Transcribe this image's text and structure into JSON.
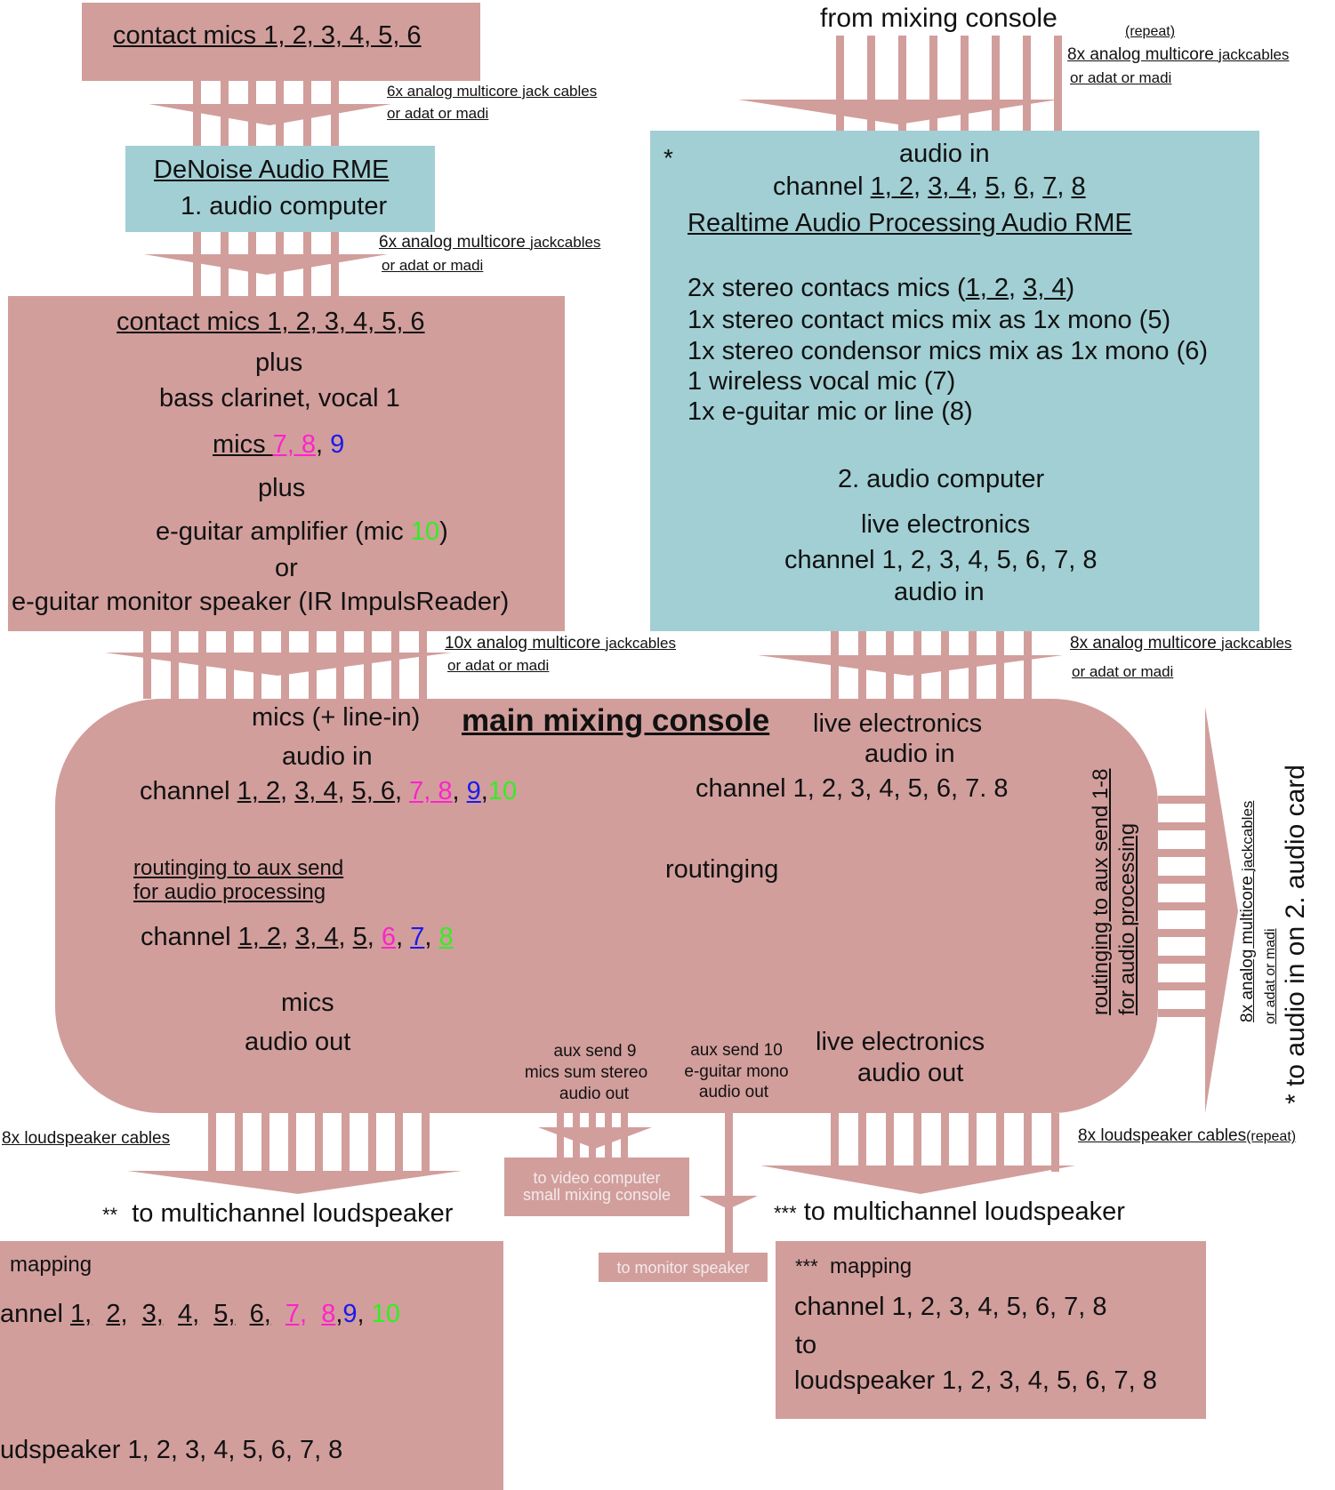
{
  "colors": {
    "box_pink": "#d19e9c",
    "box_teal": "#a1cfd4",
    "mic_pink": "#ff22cc",
    "mic_blue": "#1a1aee",
    "mic_green": "#33ee22",
    "connector": "#d19e9c"
  },
  "top_left": {
    "title": "contact mics 1, 2, 3, 4, 5, 6",
    "cable1_line1": "6x analog multicore jack cables",
    "cable1_line2": "or adat or madi",
    "denoise_title": "DeNoise Audio RME",
    "denoise_sub": "1. audio computer",
    "cable2_line1_a": "6x analog multicore ",
    "cable2_line1_b": "jackcables",
    "cable2_line2": "or adat or madi"
  },
  "top_right": {
    "from_console": "from mixing console",
    "repeat": "(repeat)",
    "cable_line1_a": "8x analog multicore ",
    "cable_line1_b": "jackcables",
    "cable_line2": "or adat or madi"
  },
  "mic_box": {
    "title": "contact mics 1, 2, 3, 4, 5, 6",
    "plus1": "plus",
    "instruments": "bass clarinet, vocal 1",
    "mics_prefix": "mics ",
    "mics_pink": "7, 8",
    "mics_sep": ", ",
    "mics_blue": "9",
    "plus2": "plus",
    "amp_a": "e-guitar amplifier (mic ",
    "amp_green": "10",
    "amp_b": ")",
    "or": "or",
    "monitor": "e-guitar monitor speaker (IR ImpulsReader)"
  },
  "rt_box": {
    "star": "*",
    "audio_in": "audio in",
    "channel_word": "channel ",
    "channels": [
      "1, 2",
      "3, 4",
      "5",
      "6",
      "7",
      "8"
    ],
    "title": "Realtime Audio Processing Audio RME",
    "line1_a": "2x stereo contacs mics (",
    "line1_ch1": "1, 2",
    "line1_sep": ", ",
    "line1_ch2": "3, 4",
    "line1_b": ")",
    "line2": "1x stereo contact mics mix as 1x mono (5)",
    "line3": "1x stereo condensor mics mix as 1x mono (6)",
    "line4": "1 wireless vocal mic (7)",
    "line5": "1x e-guitar mic or line (8)",
    "computer": "2. audio computer",
    "live": "live electronics",
    "channel_list": "channel 1, 2, 3, 4, 5, 6, 7, 8",
    "audio_in2": "audio in"
  },
  "mid_cables": {
    "left_line1_a": "10x analog multicore ",
    "left_line1_b": "jackcables",
    "left_line2": "or adat or madi",
    "right_line1_a": "8x analog multicore ",
    "right_line1_b": "jackcables",
    "right_line2": "or adat or madi"
  },
  "console": {
    "title": "main mixing console",
    "mics_in": "mics (+ line-in)",
    "audio_in": "audio in",
    "channel_word": "channel ",
    "in_channels": [
      "1, 2",
      "3, 4",
      "5, 6"
    ],
    "in_pink": "7, 8",
    "in_blue": "9",
    "in_green": "10",
    "routing_line1": "routinging to aux send",
    "routing_line2": "for audio processing",
    "out_channels": [
      "1, 2",
      "3, 4",
      "5"
    ],
    "out_pink": "6",
    "out_blue": "7",
    "out_green": "8",
    "mics_label": "mics",
    "audio_out": "audio out",
    "live_in": "live electronics",
    "live_audio_in": "audio in",
    "live_channel": "channel 1, 2, 3, 4, 5, 6, 7. 8",
    "routing_word": "routinging",
    "live_out": "live electronics",
    "live_audio_out": "audio out",
    "aux9_1": "aux send 9",
    "aux9_2": "mics sum stereo",
    "aux9_3": "audio out",
    "aux10_1": "aux send 10",
    "aux10_2": "e-guitar mono",
    "aux10_3": "audio out",
    "vert_routing1": "routinging to aux send 1-8",
    "vert_routing2": "for audio processing"
  },
  "right_edge": {
    "cable_a": "8x analog multicore ",
    "cable_b": "jackcables",
    "cable2": "or adat or madi",
    "star": "*",
    "to_audio": "to audio in on 2. audio card"
  },
  "bottom": {
    "left_cables": "8x loudspeaker cables",
    "left_dest_star": "**",
    "left_dest": "to multichannel loudspeaker",
    "video": "to video computer",
    "video2": "small mixing console",
    "monitor": "to monitor speaker",
    "right_cables": "8x loudspeaker cables",
    "right_repeat": "(repeat)",
    "right_dest_star": "***",
    "right_dest": "to multichannel loudspeaker"
  },
  "map_left": {
    "mapping": "mapping",
    "channel_word": "annel ",
    "channels": [
      "1,",
      "2,",
      "3,",
      "4,",
      "5,",
      "6,"
    ],
    "pink": [
      "7,",
      "8"
    ],
    "blue": "9",
    "green": "10",
    "speaker": "udspeaker 1, 2, 3, 4, 5, 6, 7, 8"
  },
  "map_right": {
    "star": "***",
    "mapping": "mapping",
    "channel": "channel 1, 2, 3, 4, 5, 6, 7, 8",
    "to": "to",
    "speaker": "loudspeaker 1, 2, 3, 4, 5, 6, 7, 8"
  }
}
